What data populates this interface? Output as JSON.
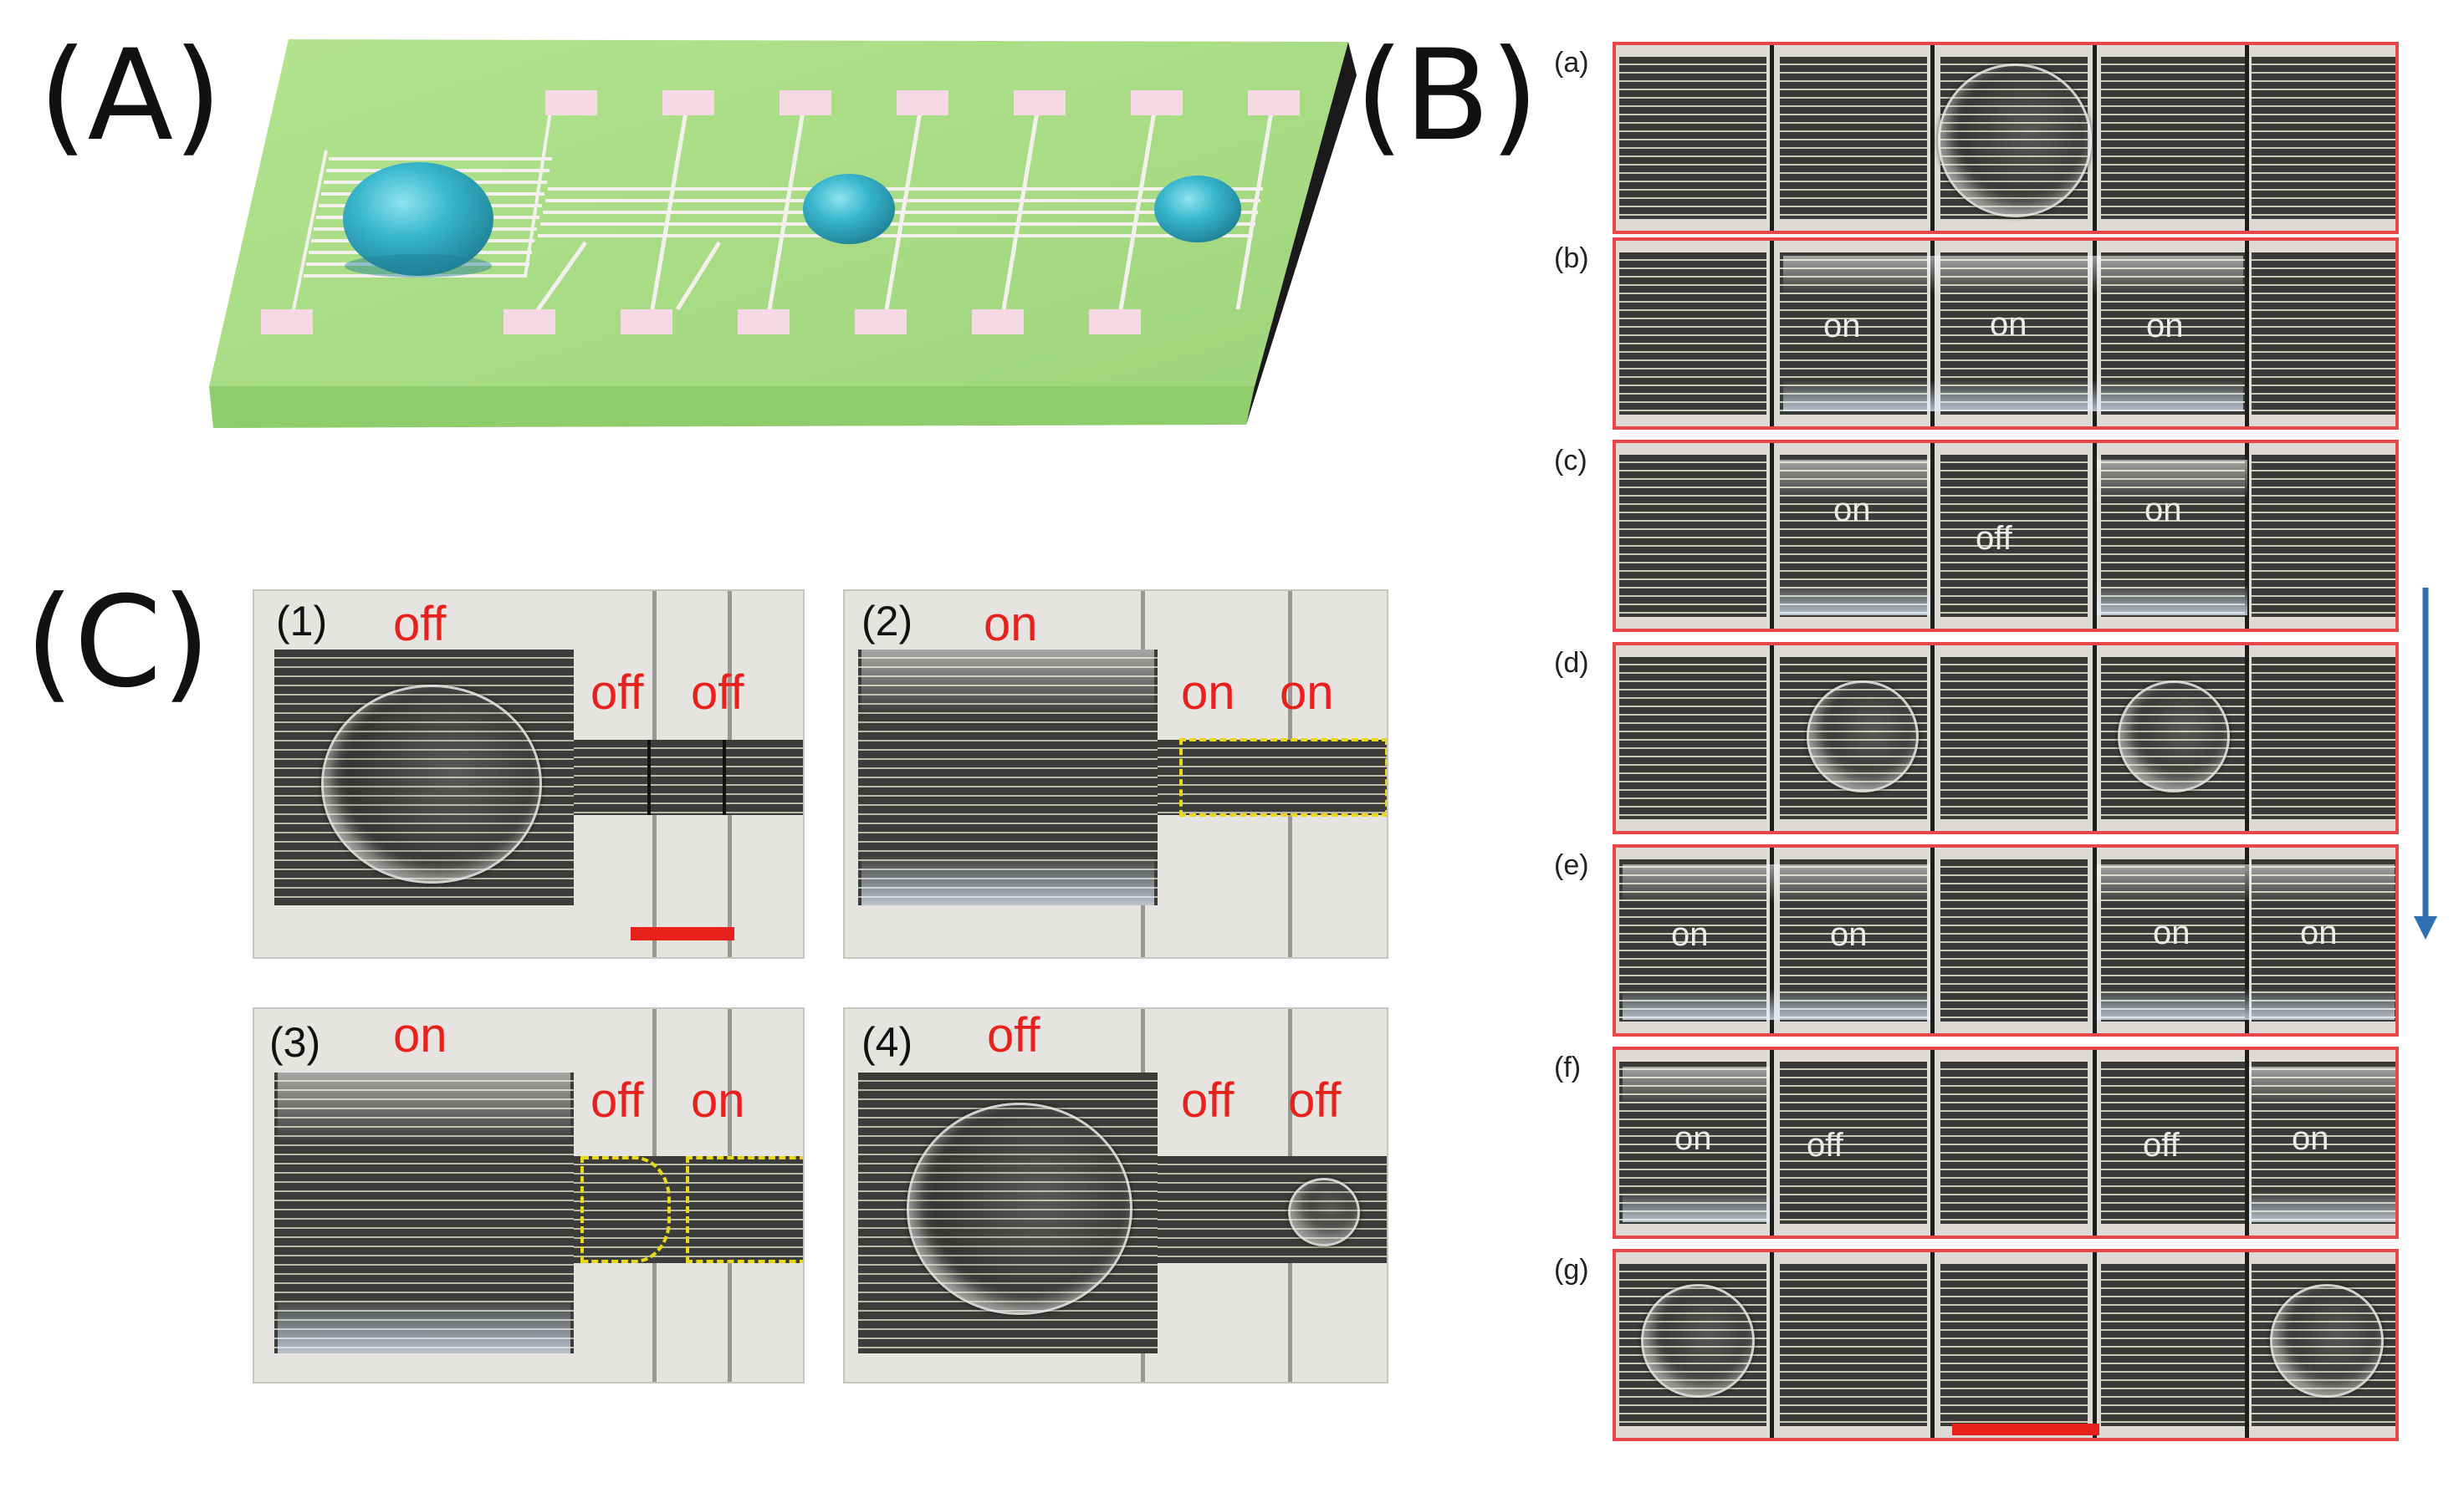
{
  "panels": {
    "A": {
      "label": "(A)"
    },
    "B": {
      "label": "(B)",
      "subpanels": [
        {
          "letter": "(a)",
          "labels": []
        },
        {
          "letter": "(b)",
          "labels": [
            "on",
            "on",
            "on"
          ]
        },
        {
          "letter": "(c)",
          "labels": [
            "on",
            "off",
            "on"
          ]
        },
        {
          "letter": "(d)",
          "labels": []
        },
        {
          "letter": "(e)",
          "labels": [
            "on",
            "on",
            "on",
            "on"
          ]
        },
        {
          "letter": "(f)",
          "labels": [
            "on",
            "off",
            "off",
            "on"
          ]
        },
        {
          "letter": "(g)",
          "labels": []
        }
      ]
    },
    "C": {
      "label": "(C)",
      "frames": [
        {
          "number": "(1)",
          "main": "off",
          "small1": "off",
          "small2": "off"
        },
        {
          "number": "(2)",
          "main": "on",
          "small1": "on",
          "small2": "on"
        },
        {
          "number": "(3)",
          "main": "on",
          "small1": "off",
          "small2": "on"
        },
        {
          "number": "(4)",
          "main": "off",
          "small1": "off",
          "small2": "off"
        }
      ]
    }
  },
  "colors": {
    "board": "#a9dd86",
    "board_edge": "#1a1a1a",
    "pad": "#f7d9e6",
    "droplet": "#37b6cc",
    "frame_border": "#e8474a",
    "state_text": "#e8211c",
    "arrow": "#2f6fb3",
    "scale_bar": "#e8211c"
  },
  "icons": {
    "time_arrow": "down-arrow-icon"
  }
}
